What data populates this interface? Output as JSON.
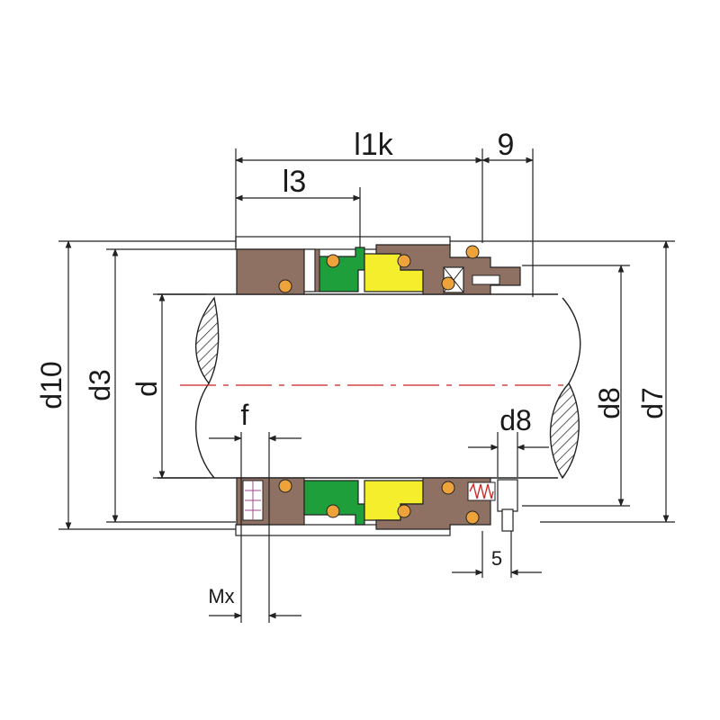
{
  "labels": {
    "l1k": "l1k",
    "l3": "l3",
    "nine": "9",
    "d10": "d10",
    "d3": "d3",
    "d": "d",
    "d8_right": "d8",
    "d7": "d7",
    "f": "f",
    "d8_small": "d8",
    "five": "5",
    "mx": "Mx"
  },
  "colors": {
    "housing": "#8e7162",
    "seal_face_green": "#1f9e3c",
    "seal_ring_yellow": "#f5ee2c",
    "o_ring_orange": "#eea33a",
    "spring_red": "#d02a2a",
    "centerline_red": "#cc2222",
    "shaft_hatch": "#333333"
  },
  "icons": {
    "o_ring": "o-ring-icon",
    "spring": "spring-icon",
    "set_screw": "set-screw-icon",
    "drive_pin": "drive-pin-icon"
  }
}
